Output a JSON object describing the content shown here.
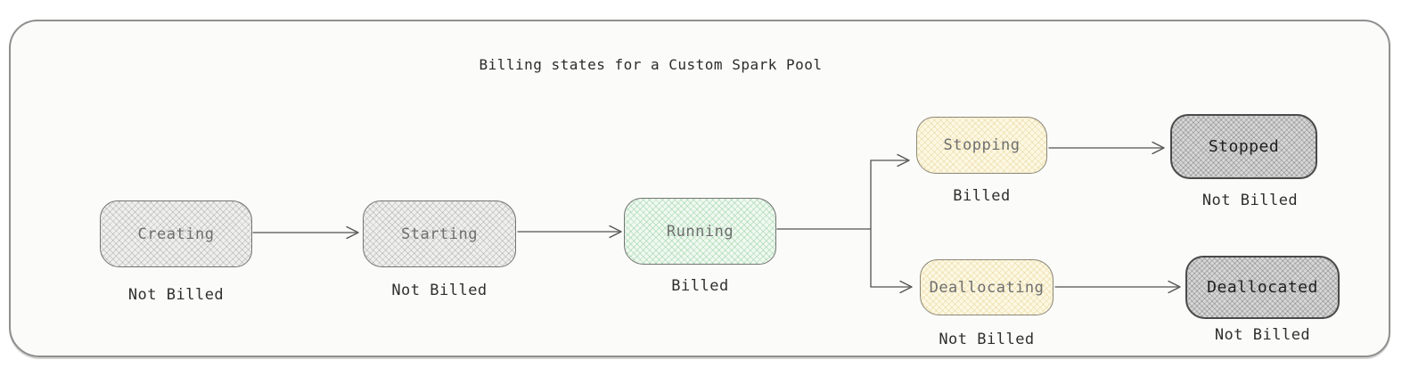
{
  "diagram": {
    "title": "Billing states for a Custom Spark Pool"
  },
  "nodes": [
    {
      "id": "creating",
      "label": "Creating",
      "billing": "Not Billed",
      "variant": "gray-crosshatch"
    },
    {
      "id": "starting",
      "label": "Starting",
      "billing": "Not Billed",
      "variant": "gray-crosshatch"
    },
    {
      "id": "running",
      "label": "Running",
      "billing": "Billed",
      "variant": "green-crosshatch"
    },
    {
      "id": "stopping",
      "label": "Stopping",
      "billing": "Billed",
      "variant": "yellow-crosshatch"
    },
    {
      "id": "stopped",
      "label": "Stopped",
      "billing": "Not Billed",
      "variant": "dark-gray-crosshatch"
    },
    {
      "id": "deallocating",
      "label": "Deallocating",
      "billing": "Not Billed",
      "variant": "yellow-crosshatch"
    },
    {
      "id": "deallocated",
      "label": "Deallocated",
      "billing": "Not Billed",
      "variant": "dark-gray-crosshatch"
    }
  ],
  "edges": [
    {
      "from": "creating",
      "to": "starting"
    },
    {
      "from": "starting",
      "to": "running"
    },
    {
      "from": "running",
      "to": "stopping"
    },
    {
      "from": "running",
      "to": "deallocating"
    },
    {
      "from": "stopping",
      "to": "stopped"
    },
    {
      "from": "deallocating",
      "to": "deallocated"
    }
  ],
  "colors": {
    "canvas_background": "#ffffff",
    "frame_background": "#fbfbf9",
    "frame_border": "#8f8f8f",
    "gray_node_fill": "#efefee",
    "green_node_fill": "#f0f9f0",
    "yellow_node_fill": "#fdf8e3",
    "dark_node_fill": "#d7d7d7",
    "node_border": "#757575",
    "dark_node_border": "#4a4a4a",
    "muted_label": "#6e6e6e",
    "dark_label": "#1f1f1f",
    "arrow": "#525252"
  }
}
